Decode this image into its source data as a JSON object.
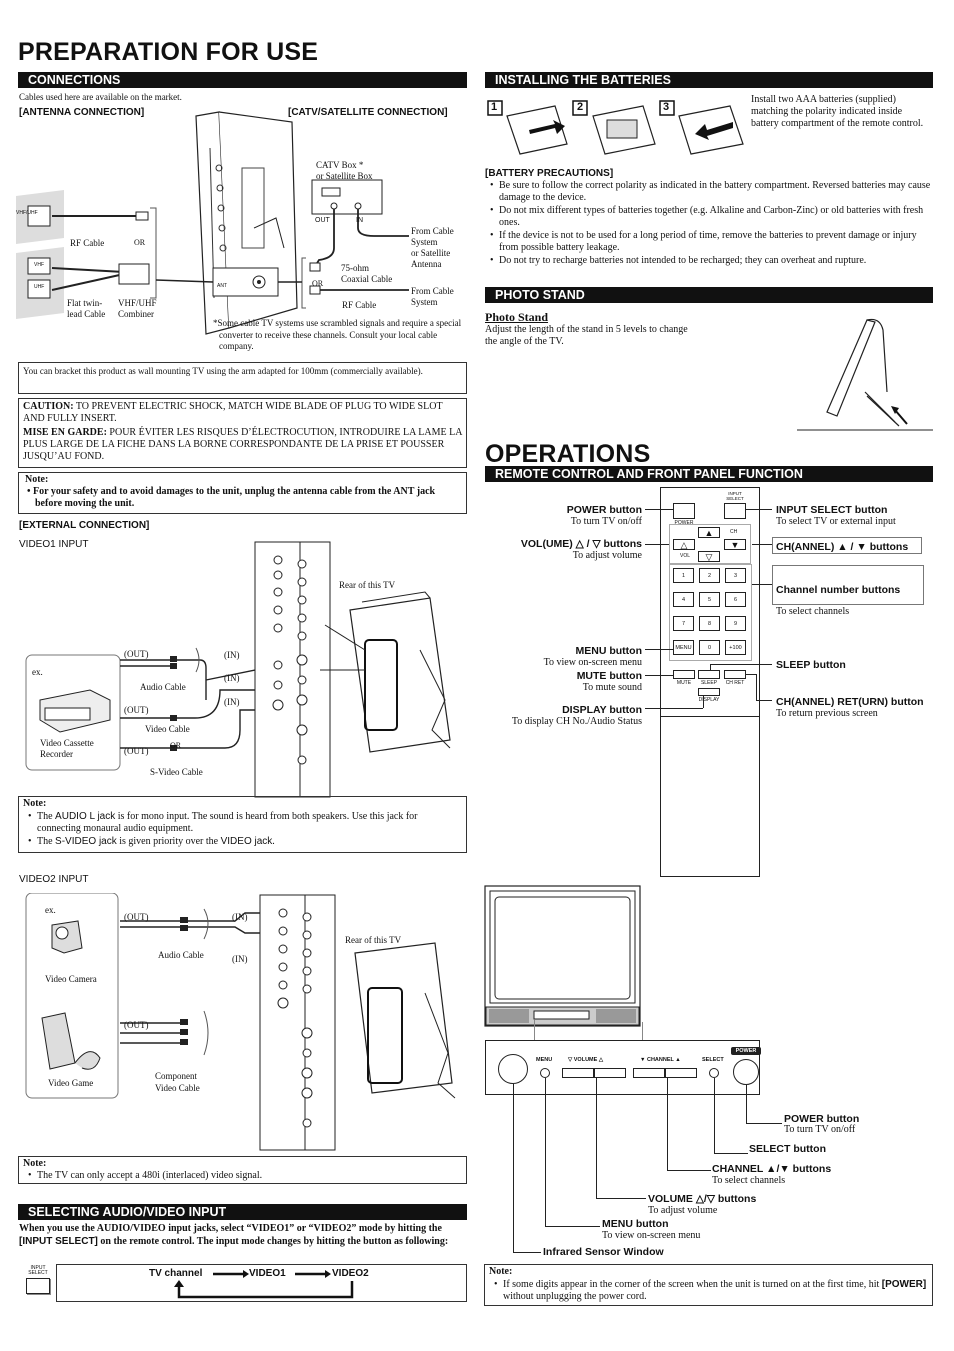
{
  "title_prep": "PREPARATION FOR USE",
  "title_ops": "OPERATIONS",
  "connections": {
    "header": "CONNECTIONS",
    "intro": "Cables used here are available on the market.",
    "antenna_label": "[ANTENNA CONNECTION]",
    "catv_label": "[CATV/SATELLITE CONNECTION]",
    "rf_cable": "RF Cable",
    "or1": "OR",
    "flat_twin": "Flat twin-\nlead Cable",
    "combiner": "VHF/UHF\nCombiner",
    "catv_box": "CATV Box *\nor Satellite Box",
    "out": "OUT",
    "in": "IN",
    "from_cable_sat": "From Cable\nSystem\nor Satellite\nAntenna",
    "coax": "75-ohm\nCoaxial Cable",
    "or2": "OR",
    "from_cable": "From Cable\nSystem",
    "rf_cable2": "RF Cable",
    "ant": "ANT",
    "footnote": "*Some cable TV systems use scrambled signals and require a special converter to receive these channels. Consult your local cable company.",
    "vhf_uhf": "VHF/UHF",
    "vhf": "VHF",
    "uhf": "UHF"
  },
  "wall_mount": "You can bracket this product as wall mounting TV using the arm adapted for 100mm (commercially available).",
  "caution": {
    "caution_label": "CAUTION:",
    "caution_text": " TO PREVENT ELECTRIC SHOCK, MATCH WIDE BLADE OF PLUG TO WIDE SLOT AND FULLY INSERT.",
    "mise_label": "MISE EN GARDE:",
    "mise_text": " POUR ÉVITER LES RISQUES D’ÉLECTROCUTION, INTRODUIRE LA LAME LA PLUS LARGE DE LA FICHE DANS LA BORNE CORRESPONDANTE DE LA PRISE ET POUSSER JUSQU’AU FOND."
  },
  "note1": {
    "label": "Note:",
    "text": "• For your safety and to avoid damages to the unit, unplug the antenna cable from the ANT jack before moving the unit."
  },
  "external": {
    "header": "[EXTERNAL CONNECTION]",
    "video1": "VIDEO1 INPUT",
    "rear1": "Rear of this TV",
    "ex": "ex.",
    "vcr": "Video Cassette\nRecorder",
    "out_a": "(OUT)",
    "out_b": "(OUT)",
    "out_c": "(OUT)",
    "in_a": "(IN)",
    "in_b": "(IN)",
    "in_c": "(IN)",
    "audio_cable": "Audio Cable",
    "video_cable": "Video Cable",
    "or": "OR",
    "svideo_cable": "S-Video Cable"
  },
  "note2": {
    "label": "Note:",
    "item1_a": "The ",
    "item1_b": "AUDIO L jack",
    "item1_c": " is for mono input. The sound is heard from both speakers. Use this jack for connecting monaural audio equipment.",
    "item2_a": "The ",
    "item2_b": "S-VIDEO jack",
    "item2_c": " is given priority over the ",
    "item2_d": "VIDEO jack",
    "item2_e": "."
  },
  "video2": {
    "label": "VIDEO2 INPUT",
    "ex": "ex.",
    "camera": "Video Camera",
    "game": "Video Game",
    "out1": "(OUT)",
    "out2": "(OUT)",
    "in1": "(IN)",
    "in2": "(IN)",
    "audio_cable": "Audio Cable",
    "component": "Component\nVideo Cable",
    "rear": "Rear of this TV"
  },
  "note3": {
    "label": "Note:",
    "item": "The TV can only accept a 480i (interlaced) video signal."
  },
  "selecting": {
    "header": "SELECTING AUDIO/VIDEO INPUT",
    "text_a": "When you use the AUDIO/VIDEO input jacks, select “VIDEO1” or “VIDEO2” mode by hitting the ",
    "text_b": "[INPUT SELECT]",
    "text_c": " on the remote control. The input mode changes by hitting the button as following:",
    "tv_channel": "TV channel",
    "video1": "VIDEO1",
    "video2": "VIDEO2",
    "icon_label": "INPUT\nSELECT"
  },
  "batteries": {
    "header": "INSTALLING THE BATTERIES",
    "step1": "1",
    "step2": "2",
    "step3": "3",
    "text": "Install two AAA batteries (supplied) matching the polarity indicated inside battery compartment of the remote control.",
    "precautions_label": "[BATTERY PRECAUTIONS]",
    "items": [
      "Be sure to follow the correct polarity as indicated in the battery compartment. Reversed batteries may cause damage to the device.",
      "Do not mix different types of batteries together (e.g. Alkaline and Carbon-Zinc) or old batteries with fresh ones.",
      "If the device is not to be used for a long period of time, remove the batteries to prevent damage or injury from possible battery leakage.",
      "Do not try to recharge batteries not intended to be recharged; they can overheat and rupture."
    ]
  },
  "photo_stand": {
    "header": "PHOTO STAND",
    "subtitle": "Photo Stand",
    "text": "Adjust the length of the stand in 5 levels to change the angle of the TV."
  },
  "remote": {
    "header": "REMOTE CONTROL AND FRONT PANEL FUNCTION",
    "power_btn": "POWER button",
    "power_desc": "To turn TV on/off",
    "vol_btn": "VOL(UME) △ / ▽ buttons",
    "vol_desc": "To adjust volume",
    "menu_btn": "MENU button",
    "menu_desc": "To view on-screen menu",
    "mute_btn": "MUTE button",
    "mute_desc": "To mute sound",
    "display_btn": "DISPLAY button",
    "display_desc": "To display CH No./Audio Status",
    "input_btn": "INPUT SELECT button",
    "input_desc": "To select TV or external input",
    "ch_btn": "CH(ANNEL) ▲ / ▼ buttons",
    "chnum_btn": "Channel number buttons",
    "chnum_desc": "To select channels",
    "sleep_btn": "SLEEP button",
    "ret_btn": "CH(ANNEL) RET(URN) button",
    "ret_desc": "To return previous screen",
    "keys": [
      "1",
      "2",
      "3",
      "4",
      "5",
      "6",
      "7",
      "8",
      "9",
      "MENU",
      "0",
      "+100"
    ],
    "k_power": "POWER",
    "k_input": "INPUT\nSELECT",
    "k_ch": "CH",
    "k_vol": "VOL",
    "k_mute": "MUTE",
    "k_sleep": "SLEEP",
    "k_chret": "CH RET",
    "k_display": "DISPLAY"
  },
  "front_panel": {
    "menu": "MENU",
    "volume": "▽  VOLUME  △",
    "channel": "▼  CHANNEL  ▲",
    "select": "SELECT",
    "power": "POWER",
    "power_btn": "POWER button",
    "power_desc": "To turn TV on/off",
    "select_btn": "SELECT button",
    "channel_btn": "CHANNEL ▲/▼ buttons",
    "channel_desc": "To select channels",
    "volume_btn": "VOLUME △/▽ buttons",
    "volume_desc": "To adjust volume",
    "menu_btn": "MENU button",
    "menu_desc": "To view on-screen menu",
    "ir_sensor": "Infrared Sensor Window"
  },
  "note4": {
    "label": "Note:",
    "text_a": "If some digits appear in the corner of the screen when the unit is turned on at the first time, hit ",
    "text_b": "[POWER]",
    "text_c": " without unplugging the power cord."
  }
}
